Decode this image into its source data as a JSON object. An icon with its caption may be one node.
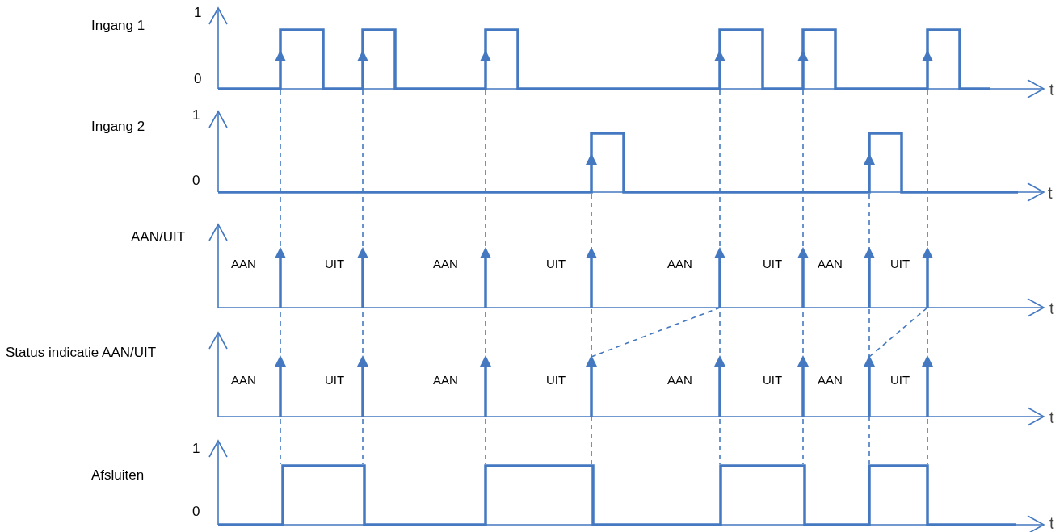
{
  "diagram": {
    "labels": [
      "Ingang 1",
      "1",
      "0",
      "t",
      "Ingang 2",
      "1",
      "0",
      "t",
      "AAN/UIT",
      "AAN",
      "UIT",
      "AAN",
      "UIT",
      "AAN",
      "UIT",
      "AAN",
      "UIT",
      "t",
      "Status indicatie AAN/UIT",
      "AAN",
      "UIT",
      "AAN",
      "UIT",
      "AAN",
      "UIT",
      "AAN",
      "UIT",
      "t",
      "Afsluiten",
      "1",
      "0",
      "t"
    ]
  }
}
